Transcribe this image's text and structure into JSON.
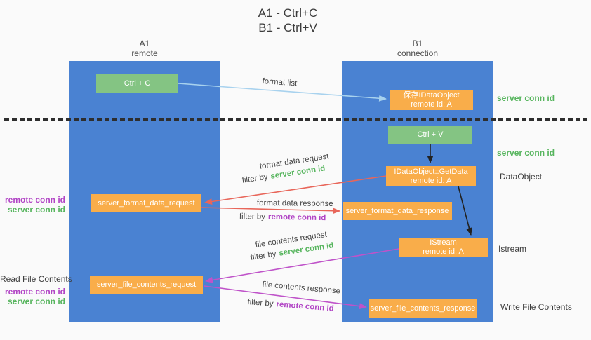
{
  "title": {
    "line1": "A1 - Ctrl+C",
    "line2": "B1 - Ctrl+V"
  },
  "lanes": {
    "left": {
      "name": "A1",
      "subtitle": "remote"
    },
    "right": {
      "name": "B1",
      "subtitle": "connection"
    }
  },
  "nodes": {
    "ctrl_c": {
      "label": "Ctrl + C"
    },
    "save_idataobject": {
      "line1": "保存IDataObject",
      "line2": "remote id: A"
    },
    "ctrl_v": {
      "label": "Ctrl + V"
    },
    "getdata": {
      "line1": "IDataObject::GetData",
      "line2": "remote id: A"
    },
    "format_request": {
      "label": "server_format_data_request"
    },
    "format_response": {
      "label": "server_format_data_response"
    },
    "istream": {
      "line1": "IStream",
      "line2": "remote id: A"
    },
    "file_request": {
      "label": "server_file_contents_request"
    },
    "file_response": {
      "label": "server_file_contents_response"
    }
  },
  "edges": {
    "format_list": {
      "label": "format list"
    },
    "format_data_request": {
      "label": "format data request",
      "filter_prefix": "filter by",
      "filter_key": "server conn id"
    },
    "format_data_response": {
      "label": "format data response",
      "filter_prefix": "filter by",
      "filter_key": "remote conn id"
    },
    "file_contents_request": {
      "label": "file contents request",
      "filter_prefix": "filter by",
      "filter_key": "server conn id"
    },
    "file_contents_response": {
      "label": "file contents response",
      "filter_prefix": "filter by",
      "filter_key": "remote conn id"
    }
  },
  "annotations": {
    "server_conn_id_top": "server conn id",
    "server_conn_id_mid": "server conn id",
    "dataobject": "DataObject",
    "istream": "Istream",
    "write_file_contents": "Write File Contents",
    "read_file_contents": "Read File Contents",
    "format_remote_conn_id": "remote conn id",
    "format_server_conn_id": "server conn id",
    "file_remote_conn_id": "remote conn id",
    "file_server_conn_id": "server conn id"
  },
  "colors": {
    "lane_blue": "#4a82d2",
    "node_green": "#84c483",
    "node_orange": "#f9ad4a",
    "arrow_lightblue": "#a8d2ee",
    "arrow_red": "#e8665a",
    "arrow_purple": "#bf53c9",
    "arrow_black": "#222222",
    "text_green": "#57b55e",
    "text_purple": "#b144c5",
    "background": "#fafafa"
  }
}
